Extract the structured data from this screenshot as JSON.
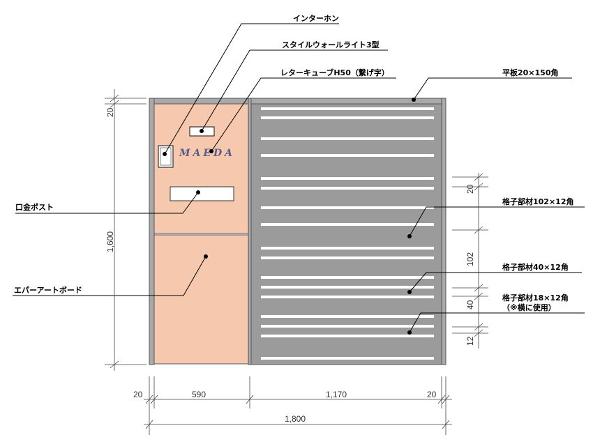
{
  "labels": {
    "intercom": "インターホン",
    "style_wall_light": "スタイルウォールライト3型",
    "letter_cube": "レターキューブH50（繋げ字）",
    "flat_board": "平板20×150角",
    "lattice_102": "格子部材102×12角",
    "mouth_post": "口金ポスト",
    "lattice_40": "格子部材40×12角",
    "lattice_18": "格子部材18×12角",
    "lattice_18_note": "（※横に使用）",
    "eparto_board": "エパーアートボード"
  },
  "nameplate": "MAEDA",
  "dimensions": {
    "top_frame": "20",
    "height": "1,600",
    "gap_20": "20",
    "slat_102": "102",
    "slat_40": "40",
    "slat_12": "12",
    "bottom_left_20": "20",
    "left_panel": "590",
    "right_panel": "1,170",
    "bottom_right_20": "20",
    "total_width": "1,800"
  },
  "colors": {
    "frame": "#a9a9a9",
    "panel": "#f6c9ae",
    "slat_gap": "#ffffff",
    "lattice": "#9b9b9b"
  }
}
